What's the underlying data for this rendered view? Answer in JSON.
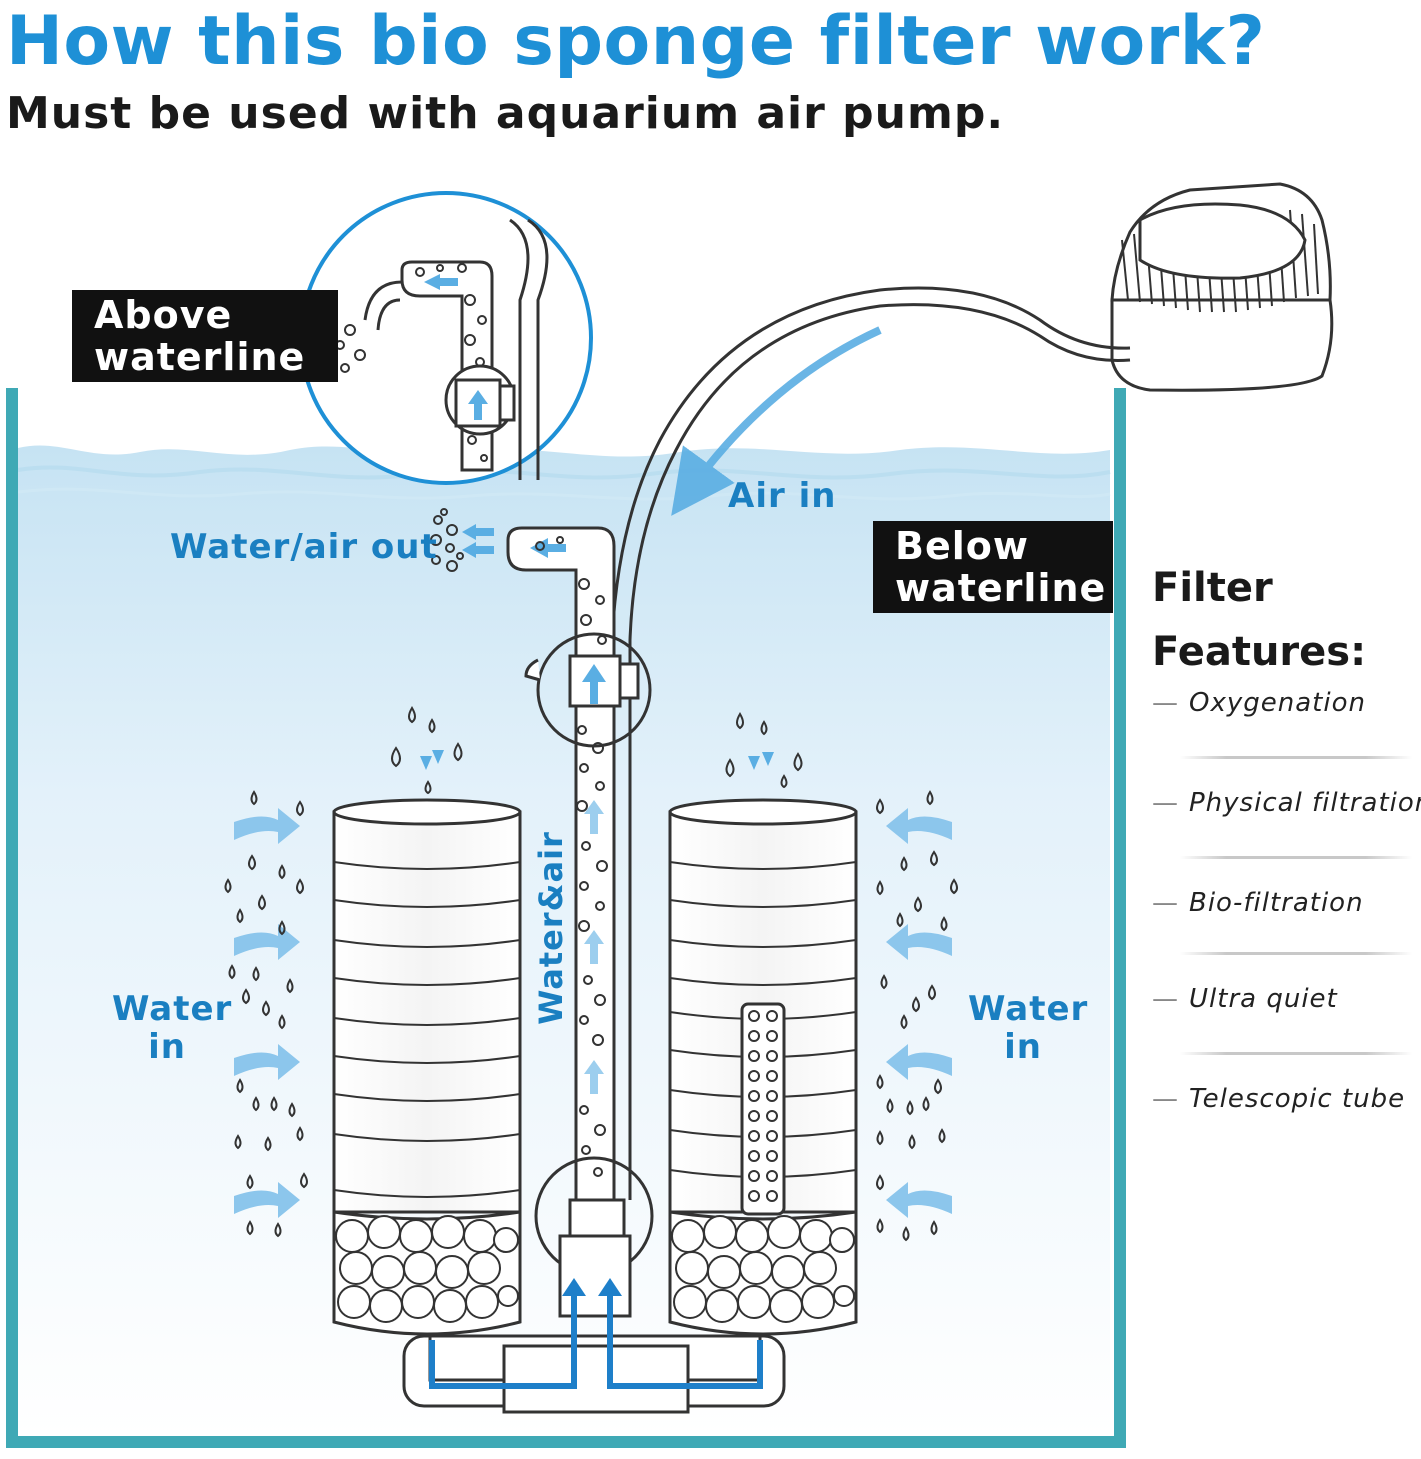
{
  "title": "How this bio sponge filter work?",
  "subtitle": "Must be used with aquarium air pump.",
  "labels": {
    "above_waterline": [
      "Above",
      "waterline"
    ],
    "below_waterline": [
      "Below",
      "waterline"
    ],
    "air_in": "Air in",
    "water_air_out": "Water/air out",
    "water_air": "Water&air",
    "water_in": [
      "Water",
      "in"
    ]
  },
  "features": {
    "title": [
      "Filter",
      "Features:"
    ],
    "items": [
      "Oxygenation",
      "Physical filtration",
      "Bio-filtration",
      "Ultra quiet",
      "Telescopic tube"
    ]
  },
  "colors": {
    "accent_blue": "#1e90d6",
    "label_blue": "#1a7fc1",
    "tank_wall": "#3fa9b5",
    "arrow_blue": "#5aaee3"
  }
}
